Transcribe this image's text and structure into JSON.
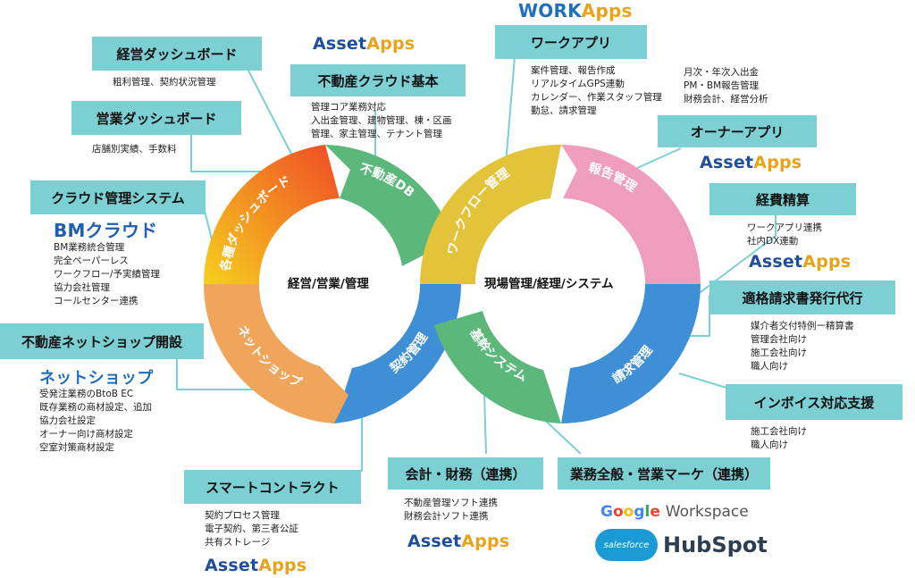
{
  "header_logo": {
    "work": "WORK",
    "apps": "Apps"
  },
  "asset": {
    "asset": "Asset",
    "apps": "Apps"
  },
  "loop": {
    "left_center": "経営/営業/管理",
    "right_center": "現場管理/経理/システム",
    "segments": {
      "dashboard": "各種ダッシュボード",
      "db": "不動産DB",
      "workflow": "ワークフロー管理",
      "report": "報告管理",
      "billing": "請求管理",
      "core": "基幹システム",
      "contract": "契約管理",
      "netshop": "ネットショップ"
    }
  },
  "boxes": {
    "keiei_dashboard": {
      "title": "経営ダッシュボード",
      "desc": [
        "粗利管理、契約状況管理"
      ]
    },
    "eigyo_dashboard": {
      "title": "営業ダッシュボード",
      "desc": [
        "店舗別実績、手数料"
      ]
    },
    "cloud_system": {
      "title": "クラウド管理システム",
      "logo": "BMクラウド",
      "desc": [
        "BM業務統合管理",
        "完全ペーパーレス",
        "ワークフロー/予実績管理",
        "協力会社管理",
        "コールセンター連携"
      ]
    },
    "net_shop_open": {
      "title": "不動産ネットショップ開設",
      "logo": "ネットショップ",
      "desc": [
        "受発注業務のBtoB EC",
        "既存業務の商材設定、追加",
        "協力会社設定",
        "オーナー向け商材設定",
        "空室対策商材設定"
      ]
    },
    "smart_contract": {
      "title": "スマートコントラクト",
      "desc": [
        "契約プロセス管理",
        "電子契約、第三者公証",
        "共有ストレージ"
      ]
    },
    "fudosan_cloud": {
      "title": "不動産クラウド基本",
      "desc": [
        "管理コア業務対応",
        "入出金管理、建物管理、棟・区画",
        "管理、家主管理、テナント管理"
      ]
    },
    "work_app": {
      "title": "ワークアプリ",
      "desc": [
        "案件管理、報告作成",
        "リアルタイムGPS連動",
        "カレンダー、作業スタッフ管理",
        "勤怠、請求管理"
      ]
    },
    "owner_app": {
      "title": "オーナーアプリ",
      "desc": [
        "月次・年次入出金",
        "PM・BM報告管理",
        "財務会計、経営分析"
      ]
    },
    "expense": {
      "title": "経費精算",
      "desc": [
        "ワークアプリ連携",
        "社内DX連動"
      ]
    },
    "invoice_agent": {
      "title": "適格請求書発行代行",
      "desc": [
        "媒介者交付特例ー精算書",
        "管理会社向け",
        "施工会社向け",
        "職人向け"
      ]
    },
    "invoice_support": {
      "title": "インボイス対応支援",
      "desc": [
        "施工会社向け",
        "職人向け"
      ]
    },
    "accounting": {
      "title": "会計・財務（連携）",
      "desc": [
        "不動産管理ソフト連携",
        "財務会計ソフト連携"
      ]
    },
    "business": {
      "title": "業務全般・営業マーケ（連携）"
    }
  },
  "partners": {
    "google": "Google",
    "workspace": "Workspace",
    "salesforce": "salesforce",
    "hubspot": "HubSpot"
  },
  "colors": {
    "box": "#7ccfd2",
    "dashboard_start": "#f6d01e",
    "dashboard_end": "#ef4a26",
    "db": "#5cb87a",
    "workflow": "#e2c33a",
    "report": "#ee9dbd",
    "billing": "#3f8fd6",
    "core": "#5cb87a",
    "contract": "#3f8fd6",
    "netshop": "#f1a55a"
  }
}
